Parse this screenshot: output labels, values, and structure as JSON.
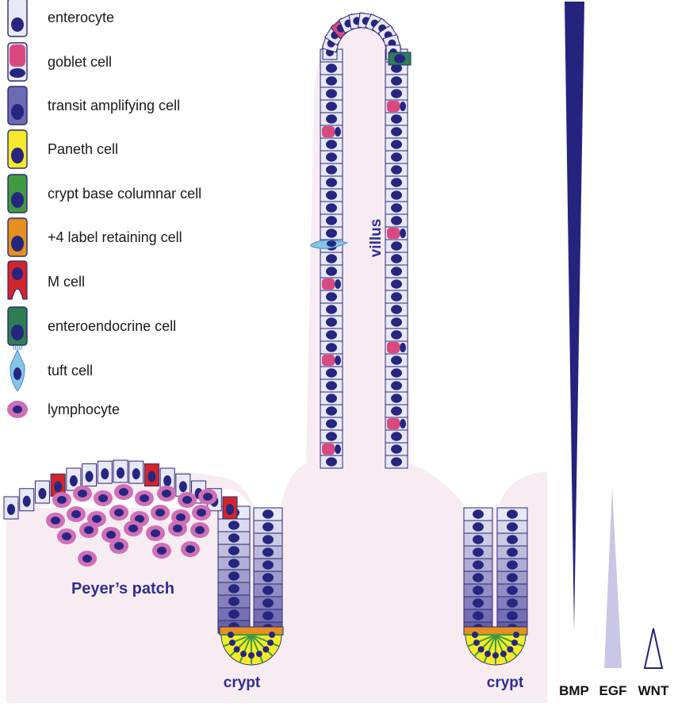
{
  "legend": [
    {
      "id": "enterocyte",
      "label": "enterocyte"
    },
    {
      "id": "goblet",
      "label": "goblet cell"
    },
    {
      "id": "transit",
      "label": "transit amplifying cell"
    },
    {
      "id": "paneth",
      "label": "Paneth cell"
    },
    {
      "id": "cbc",
      "label": "crypt base columnar cell"
    },
    {
      "id": "plus4",
      "label": "+4 label retaining cell"
    },
    {
      "id": "mcell",
      "label": "M cell"
    },
    {
      "id": "enteroendocrine",
      "label": "enteroendocrine cell"
    },
    {
      "id": "tuft",
      "label": "tuft cell"
    },
    {
      "id": "lymphocyte",
      "label": "lymphocyte"
    }
  ],
  "labels": {
    "villus": "villus",
    "peyers_patch": "Peyer’s patch",
    "crypt_left": "crypt",
    "crypt_right": "crypt"
  },
  "gradients": [
    {
      "id": "bmp",
      "label": "BMP",
      "color": "#24237e"
    },
    {
      "id": "egf",
      "label": "EGF",
      "color": "#c9c6e6"
    },
    {
      "id": "wnt",
      "label": "WNT",
      "color": "#24237e"
    }
  ],
  "colors": {
    "tissue": "#f8ecf3",
    "enterocyte": "#e9e8f6",
    "nucleus": "#262680",
    "goblet": "#d9497f",
    "transit": "#6e69b3",
    "paneth": "#f4ea2a",
    "cbc": "#3f9a3f",
    "plus4": "#e5901f",
    "mcell": "#d2252b",
    "enteroendocrine": "#2f7d55",
    "tuft": "#86c4e8",
    "lymphocyte": "#cf6fb6",
    "outline": "#2a2a70",
    "label": "#2e2f8f"
  }
}
